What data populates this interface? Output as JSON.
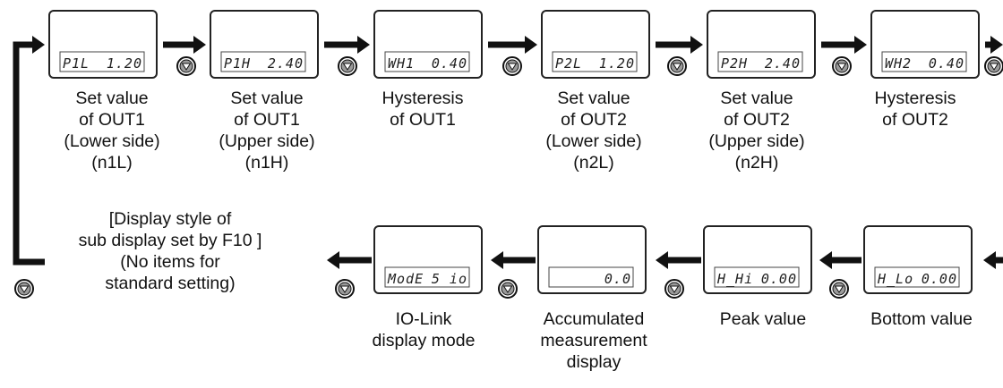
{
  "top_row": [
    {
      "id": "p1l",
      "lcd": {
        "left": "P1L",
        "right": "1.20"
      },
      "lines": [
        "Set value",
        "of OUT1",
        "(Lower side)",
        "(n1L)"
      ]
    },
    {
      "id": "p1h",
      "lcd": {
        "left": "P1H",
        "right": "2.40"
      },
      "lines": [
        "Set value",
        "of OUT1",
        "(Upper side)",
        "(n1H)"
      ]
    },
    {
      "id": "wh1",
      "lcd": {
        "left": "WH1",
        "right": "0.40"
      },
      "lines": [
        "Hysteresis",
        "of OUT1"
      ]
    },
    {
      "id": "p2l",
      "lcd": {
        "left": "P2L",
        "right": "1.20"
      },
      "lines": [
        "Set value",
        "of OUT2",
        "(Lower side)",
        "(n2L)"
      ]
    },
    {
      "id": "p2h",
      "lcd": {
        "left": "P2H",
        "right": "2.40"
      },
      "lines": [
        "Set value",
        "of OUT2",
        "(Upper side)",
        "(n2H)"
      ]
    },
    {
      "id": "wh2",
      "lcd": {
        "left": "WH2",
        "right": "0.40"
      },
      "lines": [
        "Hysteresis",
        "of OUT2"
      ]
    }
  ],
  "bottom_row": [
    {
      "id": "bottom",
      "lcd": {
        "left": "H_Lo",
        "right": "0.00"
      },
      "lines": [
        "Bottom value"
      ]
    },
    {
      "id": "peak",
      "lcd": {
        "left": "H_Hi",
        "right": "0.00"
      },
      "lines": [
        "Peak value"
      ]
    },
    {
      "id": "accum",
      "lcd": {
        "left": "",
        "right": "0.0"
      },
      "lines": [
        "Accumulated",
        "measurement",
        "display"
      ]
    },
    {
      "id": "iolink",
      "lcd": {
        "left": "ModE",
        "right": "5 io"
      },
      "lines": [
        "IO-Link",
        "display mode"
      ]
    }
  ],
  "side_note": [
    "[Display style of",
    "sub display set by F10 ]",
    "(No items for",
    "standard setting)"
  ]
}
